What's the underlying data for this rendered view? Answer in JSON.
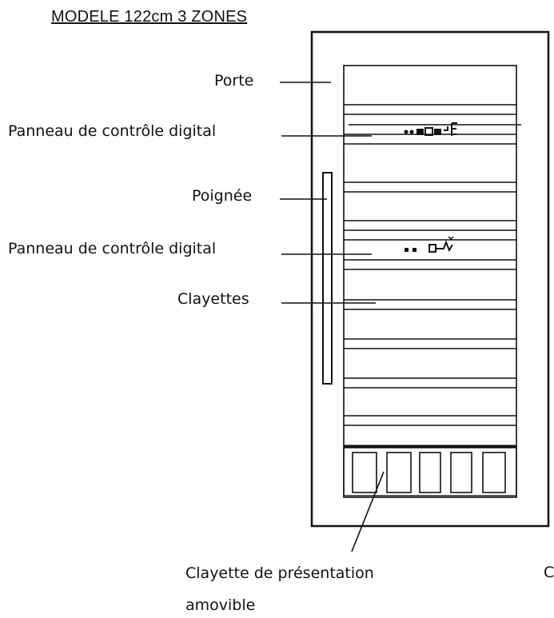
{
  "title": "MODELE 122cm  3 ZONES",
  "labels": {
    "porte": "Porte",
    "panneau1": "Panneau de contrôle digital",
    "poignee": "Poignée",
    "panneau2": "Panneau de contrôle digital",
    "clayettes": "Clayettes",
    "clayette_presentation_line1": "Clayette de présentation",
    "clayette_presentation_line2": "amovible",
    "cut_text": "C"
  }
}
